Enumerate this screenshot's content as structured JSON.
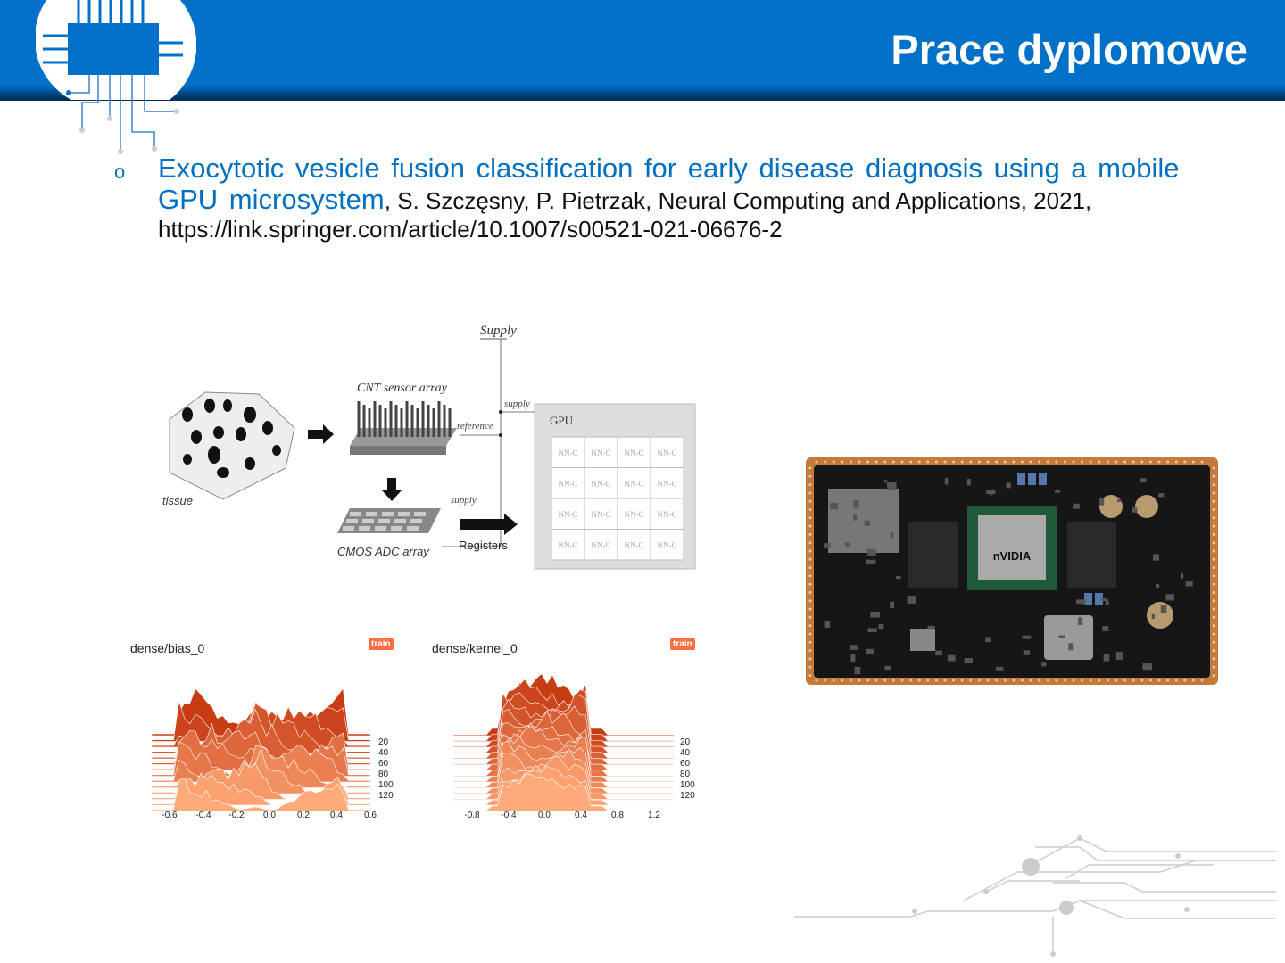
{
  "header": {
    "title": "Prace dyplomowe",
    "color": "#0070c9"
  },
  "reference": {
    "bullet": "o",
    "title": "Exocytotic vesicle fusion classification for early disease diagnosis using a mobile GPU microsystem",
    "authors": ", S. Szczęsny, P. Pietrzak, Neural Computing and Applications, 2021,",
    "url": "https://link.springer.com/article/10.1007/s00521-021-06676-2"
  },
  "diagram": {
    "supply_top": "Supply",
    "cnt": "CNT sensor array",
    "supply_label": "supply",
    "reference": "reference",
    "gpu": "GPU",
    "cell": "NN-C",
    "tissue": "tissue",
    "supply_label2": "supply",
    "cmos": "CMOS ADC array",
    "registers": "Registers"
  },
  "histograms": [
    {
      "title": "dense/bias_0",
      "badge": "train",
      "xticks": [
        "-0.6",
        "-0.4",
        "-0.2",
        "0.0",
        "0.2",
        "0.4",
        "0.6"
      ],
      "yticks": [
        "20",
        "40",
        "60",
        "80",
        "100",
        "120"
      ]
    },
    {
      "title": "dense/kernel_0",
      "badge": "train",
      "xticks": [
        "-0.8",
        "-0.4",
        "0.0",
        "0.4",
        "0.8",
        "1.2"
      ],
      "yticks": [
        "20",
        "40",
        "60",
        "80",
        "100",
        "120"
      ]
    }
  ],
  "board": {
    "logo": "nVIDIA"
  }
}
